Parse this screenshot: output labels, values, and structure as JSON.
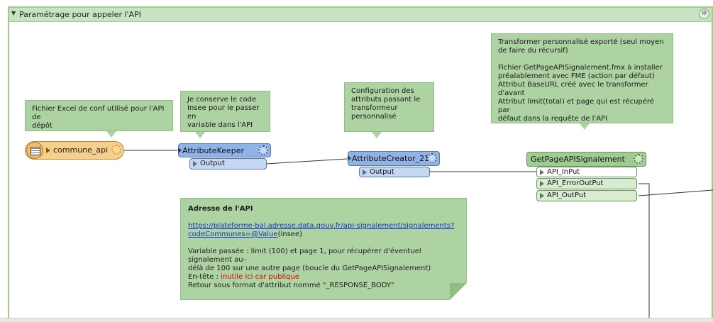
{
  "bookmark": {
    "title": "Paramétrage pour appeler l'API",
    "toggle_icon": "triangle-down-icon",
    "settings_icon": "gear-icon"
  },
  "annotations": {
    "excel": [
      "Fichier Excel de conf utilisé pour l'API de",
      "dépôt"
    ],
    "keeper": [
      "Je conserve le code",
      "Insee pour le passer en",
      "variable dans l'API"
    ],
    "creator": [
      "Configuration des",
      "attributs passant le",
      "transformeur",
      "personnalisé"
    ],
    "custom": [
      "Transformer personnalisé exporté (seul moyen",
      "de faire du récursif)",
      "",
      "Fichier GetPageAPISignalement.fmx à installer",
      "préalablement avec FME (action par défaut)",
      "Attribut BaseURL créé avec le transformer",
      "d'avant",
      "Attribut limit(total) et page qui est récupéré par",
      "défaut dans la requête de l'API"
    ]
  },
  "nodes": {
    "reader": {
      "name": "commune_api",
      "icon": "excel-reader-icon"
    },
    "keeper": {
      "name": "AttributeKeeper",
      "output": "Output"
    },
    "creator": {
      "name": "AttributeCreator_21",
      "output": "Output"
    },
    "custom": {
      "name": "GetPageAPISignalement",
      "input": "API_InPut",
      "outputs": [
        "API_ErrorOutPut",
        "API_OutPut"
      ]
    }
  },
  "note": {
    "title": "Adresse de l'API",
    "url_line1": "https://plateforme-bal.adresse.data.gouv.fr/api-signalement/signalements?",
    "url_line2": "codeCommunes=@Value",
    "url_suffix": "(insee)",
    "variable_line1": "Variable passée : limit (100) et page 1, pour récupérer d'éventuel signalement au-",
    "variable_line2": "délà de 100 sur une autre page (boucle du GetPageAPISignalement)",
    "header_prefix": "En-tête : ",
    "header_value": "inutile ici car publique",
    "return_line": "Retour sous format d'attribut nommé \"_RESPONSE_BODY\""
  },
  "colors": {
    "bookmark_border": "#9fcb93",
    "annotation_bg": "#acd3a1",
    "transformer_blue": "#8fb3e6",
    "custom_green": "#9fcc91",
    "reader_orange": "#f6cf8b",
    "link": "#1a33cc",
    "warning_red": "#e00000"
  }
}
